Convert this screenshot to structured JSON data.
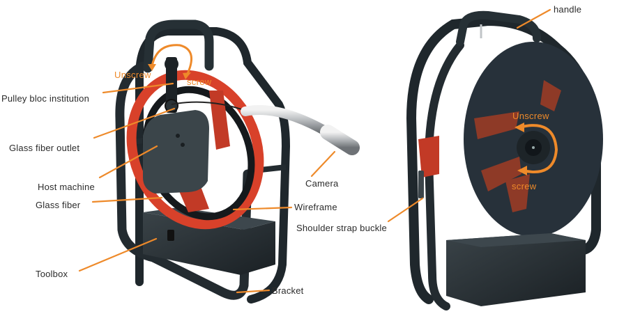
{
  "colors": {
    "leader_line": "#ee8a2a",
    "frame": "#1f272c",
    "reel_red": "#d8412a",
    "label_text": "#2b2b2b",
    "rotation_text": "#ee8a2a"
  },
  "left_device": {
    "labels": [
      {
        "id": "pulley",
        "text": "Pulley bloc institution"
      },
      {
        "id": "glass_fiber_outlet",
        "text": "Glass  fiber  outlet"
      },
      {
        "id": "host_machine",
        "text": "Host machine"
      },
      {
        "id": "glass_fiber",
        "text": "Glass fiber"
      },
      {
        "id": "toolbox",
        "text": "Toolbox"
      },
      {
        "id": "camera",
        "text": "Camera"
      },
      {
        "id": "wireframe",
        "text": "Wireframe"
      },
      {
        "id": "bracket",
        "text": "Bracket"
      }
    ],
    "rotation": {
      "unscrew": "Unscrew",
      "screw": "screw"
    }
  },
  "right_device": {
    "labels": [
      {
        "id": "handle",
        "text": "handle"
      },
      {
        "id": "shoulder_strap_buckle",
        "text": "Shoulder strap buckle"
      }
    ],
    "rotation": {
      "unscrew": "Unscrew",
      "screw": "screw"
    }
  }
}
